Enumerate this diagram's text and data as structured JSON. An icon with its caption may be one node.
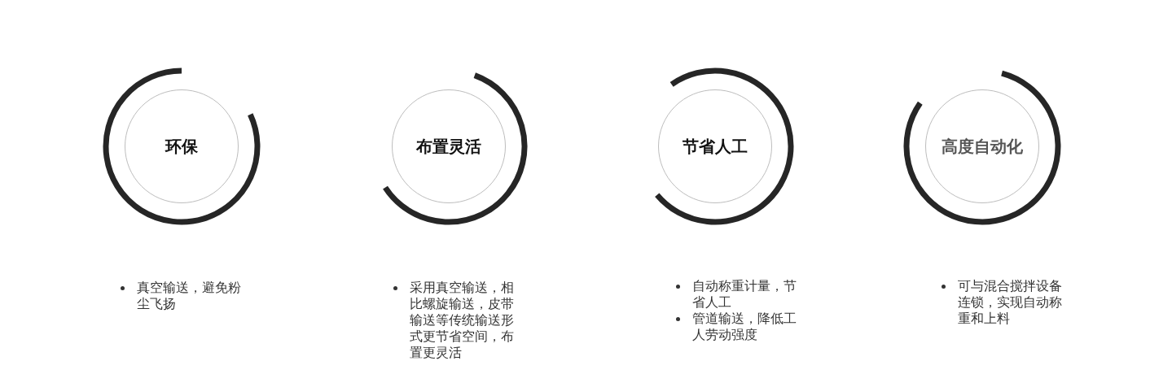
{
  "diagram": {
    "nodes": [
      {
        "text": [
          "环保"
        ]
      },
      {
        "text": [
          "布置灵活"
        ]
      },
      {
        "text": [
          "节省人工"
        ]
      },
      {
        "text": [
          "高度自动化"
        ]
      }
    ],
    "labels": [
      "真空输送，避免粉尘飞扬",
      "采用真空输送，相比螺旋输送，皮带输送等传统输送形式更节省空间，布置更灵活",
      "自动称重计量，节省人工",
      "管道输送，降低工人劳动强度",
      "可与混合搅拌设备连锁，实现自动称重和上料"
    ]
  }
}
